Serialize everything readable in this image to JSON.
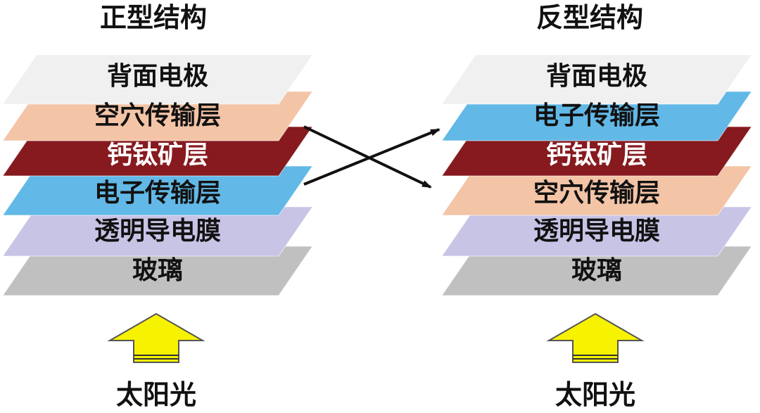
{
  "left": {
    "title": "正型结构",
    "layers": [
      {
        "label": "背面电极",
        "fill": "#f0f0f0",
        "text_color": "#111111"
      },
      {
        "label": "空穴传输层",
        "fill": "#f3c4a6",
        "text_color": "#111111"
      },
      {
        "label": "钙钛矿层",
        "fill": "#861a1f",
        "text_color": "#ffffff"
      },
      {
        "label": "电子传输层",
        "fill": "#62b8e6",
        "text_color": "#111111"
      },
      {
        "label": "透明导电膜",
        "fill": "#c7c4e6",
        "text_color": "#111111"
      },
      {
        "label": "玻璃",
        "fill": "#c0c0c0",
        "text_color": "#111111"
      }
    ],
    "light_label": "太阳光"
  },
  "right": {
    "title": "反型结构",
    "layers": [
      {
        "label": "背面电极",
        "fill": "#f0f0f0",
        "text_color": "#111111"
      },
      {
        "label": "电子传输层",
        "fill": "#62b8e6",
        "text_color": "#111111"
      },
      {
        "label": "钙钛矿层",
        "fill": "#861a1f",
        "text_color": "#ffffff"
      },
      {
        "label": "空穴传输层",
        "fill": "#f3c4a6",
        "text_color": "#111111"
      },
      {
        "label": "透明导电膜",
        "fill": "#c7c4e6",
        "text_color": "#111111"
      },
      {
        "label": "玻璃",
        "fill": "#c0c0c0",
        "text_color": "#111111"
      }
    ],
    "light_label": "太阳光"
  },
  "colors": {
    "arrow_fill": "#f7f200",
    "arrow_stroke": "#555555",
    "swap_arrow": "#111111"
  }
}
